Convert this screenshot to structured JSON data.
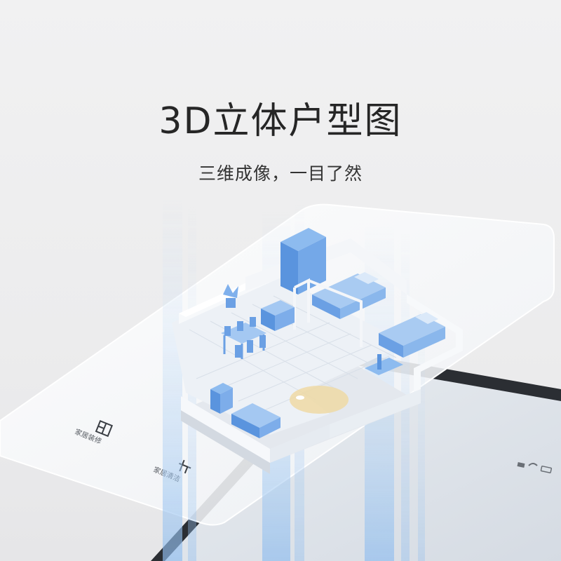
{
  "header": {
    "title": "3D立体户型图",
    "subtitle": "三维成像，一目了然"
  },
  "panel": {
    "items": [
      {
        "label": "家居装修",
        "icon": "layout-icon"
      },
      {
        "label": "家居清洁",
        "icon": "sweeper-icon"
      }
    ]
  },
  "phone": {
    "status_icons": [
      "signal-icon",
      "wifi-icon",
      "battery-icon"
    ]
  },
  "colors": {
    "furniture_blue": "#6aa2e6",
    "wall_white": "#f4f6f9",
    "floor_grid": "#e9eef4",
    "robot_zone": "#efd9a4",
    "phone_frame": "#2b2e33",
    "light_beam": "#9ec6ef"
  }
}
